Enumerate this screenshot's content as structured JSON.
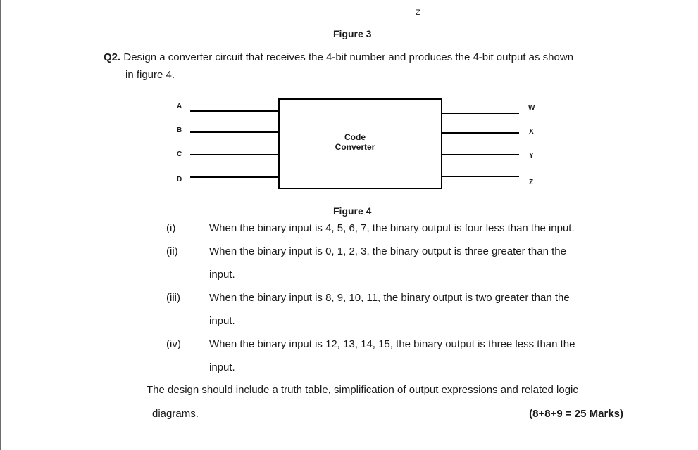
{
  "top_fragment": {
    "label": "Z"
  },
  "figure3": {
    "caption": "Figure 3"
  },
  "question": {
    "number": "Q2.",
    "text_line1": "Design a converter circuit that receives the 4-bit number and produces the 4-bit output as shown",
    "text_line2": "in figure 4."
  },
  "figure4": {
    "inputs": [
      "A",
      "B",
      "C",
      "D"
    ],
    "outputs": [
      "W",
      "X",
      "Y",
      "Z"
    ],
    "box_line1": "Code",
    "box_line2": "Converter",
    "caption": "Figure 4"
  },
  "conditions": [
    {
      "num": "(i)",
      "line1": "When the binary input is 4, 5, 6, 7, the binary output is four less than the input.",
      "line2": ""
    },
    {
      "num": "(ii)",
      "line1": "When the binary input is 0, 1, 2, 3, the binary output is three greater than the",
      "line2": "input."
    },
    {
      "num": "(iii)",
      "line1": "When the binary input is 8, 9, 10, 11, the binary output is two greater than the",
      "line2": "input."
    },
    {
      "num": "(iv)",
      "line1": "When the binary input is 12, 13, 14, 15, the binary output is three less than the",
      "line2": "input."
    }
  ],
  "footer": {
    "line1": "The design should include a truth table, simplification of output expressions and related logic",
    "line2": "diagrams.",
    "marks": "(8+8+9 = 25 Marks)"
  }
}
